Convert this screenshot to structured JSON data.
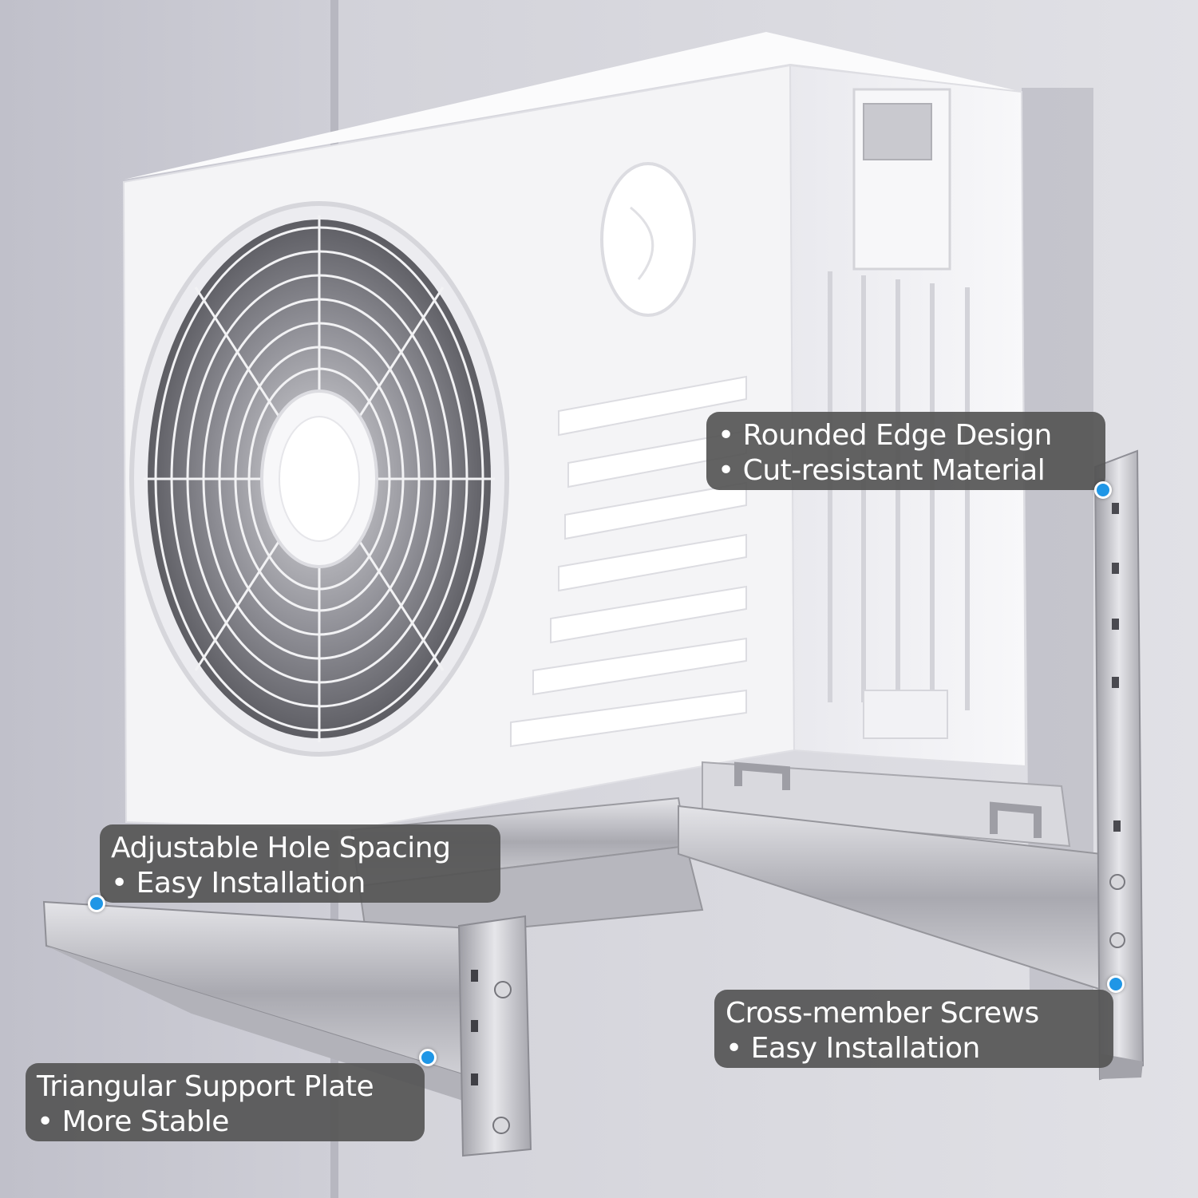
{
  "colors": {
    "wall_left": "#c4c4cd",
    "wall_right": "#d9d9df",
    "unit_body": "#f5f5f7",
    "bracket": "#bcbcc2",
    "callout_bg": "#555555",
    "dot": "#1f96e6"
  },
  "callouts": {
    "rounded_edge": {
      "line1": "• Rounded Edge Design",
      "line2": "• Cut-resistant Material"
    },
    "hole_spacing": {
      "line1": "Adjustable Hole Spacing",
      "line2": "• Easy Installation"
    },
    "cross_member": {
      "line1": "Cross-member Screws",
      "line2": "• Easy Installation"
    },
    "triangular": {
      "line1": "Triangular Support Plate",
      "line2": "• More Stable"
    }
  }
}
